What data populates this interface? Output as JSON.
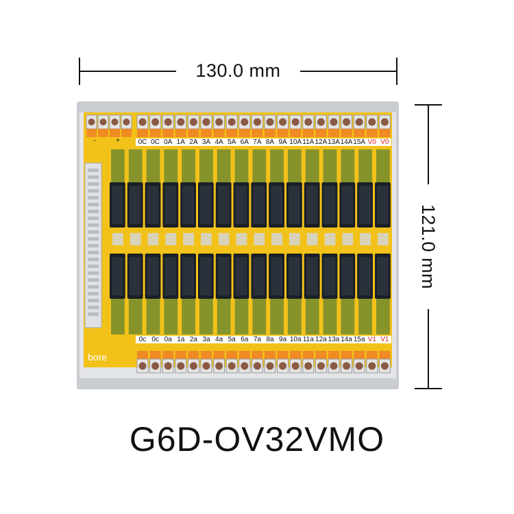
{
  "dimensions": {
    "width_label": "130.0 mm",
    "height_label": "121.0 mm"
  },
  "model": "G6D-OV32VMO",
  "board": {
    "brand": "bore",
    "top_terminals": [
      "0C",
      "0C",
      "0A",
      "1A",
      "2A",
      "3A",
      "4A",
      "5A",
      "6A",
      "7A",
      "8A",
      "9A",
      "10A",
      "11A",
      "12A",
      "13A",
      "14A",
      "15A",
      "V0",
      "V0"
    ],
    "bottom_terminals": [
      "0c",
      "0c",
      "0a",
      "1a",
      "2a",
      "3a",
      "4a",
      "5a",
      "6a",
      "7a",
      "8a",
      "9a",
      "10a",
      "11a",
      "12a",
      "13a",
      "14a",
      "15a",
      "V1",
      "V1"
    ],
    "power_labels": [
      "-",
      "+"
    ],
    "relay_rows": 2,
    "relays_per_row": 16,
    "colors": {
      "pcb": "#f2c21a",
      "pcb_green": "#2e6e3a",
      "relay": "#1a1f26",
      "terminal_orange": "#f08a24",
      "rail": "#c9ccd0"
    }
  }
}
